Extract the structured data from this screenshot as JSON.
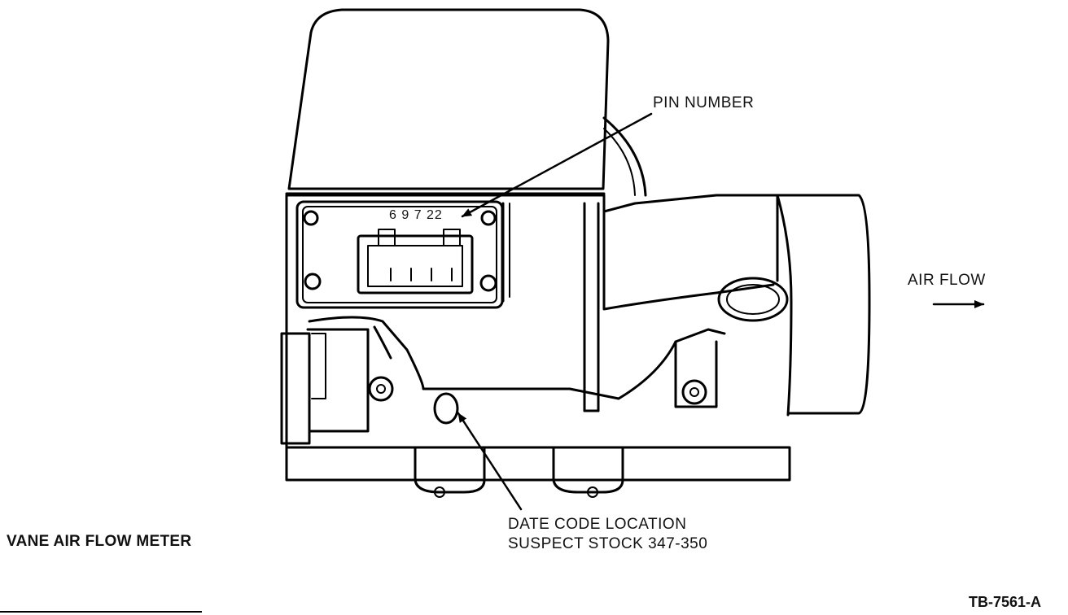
{
  "diagram": {
    "caption": "VANE AIR FLOW METER",
    "figure_id": "TB-7561-A",
    "callouts": {
      "pin_number": "PIN NUMBER",
      "air_flow": "AIR FLOW",
      "date_code_line1": "DATE CODE LOCATION",
      "date_code_line2": "SUSPECT STOCK 347-350"
    },
    "part_number_stamp": "6 9 7 22"
  },
  "colors": {
    "ink": "#000000",
    "paper": "#ffffff"
  }
}
